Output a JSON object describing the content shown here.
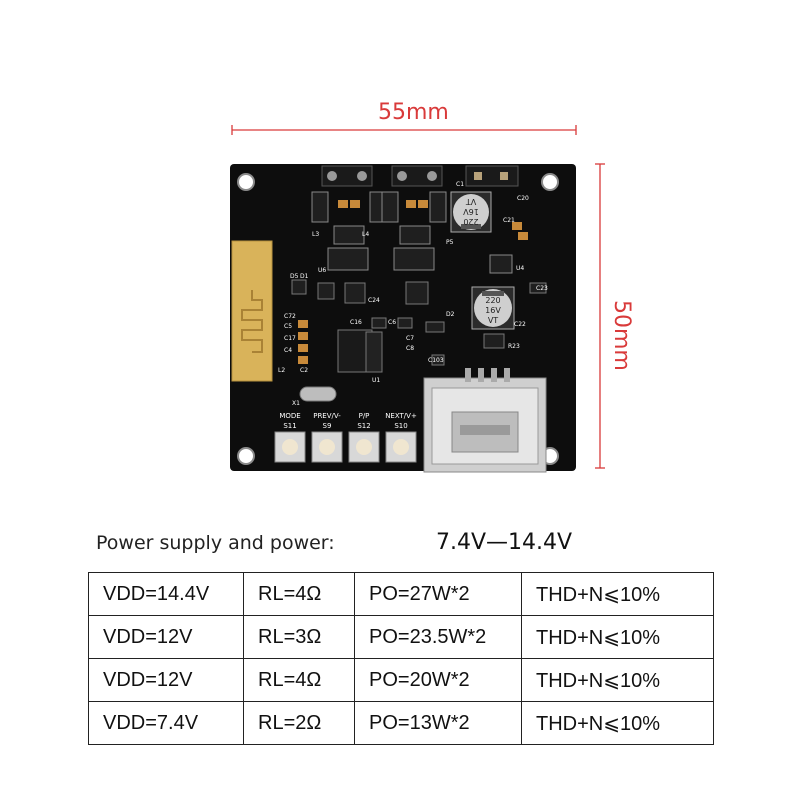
{
  "dimensions": {
    "width_label": "55mm",
    "height_label": "50mm",
    "line_color": "#d93a3a"
  },
  "board": {
    "pcb_color": "#0d0d0d",
    "silk": {
      "buttons": [
        {
          "label": "MODE",
          "ref": "S11"
        },
        {
          "label": "PREV/V-",
          "ref": "S9"
        },
        {
          "label": "P/P",
          "ref": "S12"
        },
        {
          "label": "NEXT/V+",
          "ref": "S10"
        }
      ],
      "cap_big_1": {
        "value": "220",
        "voltage": "16V",
        "mark": "VT"
      },
      "cap_big_2": {
        "value": "220",
        "voltage": "16V",
        "mark": "VT"
      },
      "refs": [
        "C1",
        "C20",
        "C21",
        "C23",
        "C22",
        "P5",
        "U4",
        "R23",
        "D2",
        "C103",
        "U1",
        "U6",
        "X1",
        "L2",
        "C2",
        "C72",
        "C5",
        "C17",
        "C4",
        "D5",
        "D1",
        "L3",
        "L4",
        "C16",
        "C24",
        "C6",
        "C7",
        "C8"
      ]
    }
  },
  "spec": {
    "title": "Power supply and power:",
    "range": "7.4V—14.4V",
    "rows": [
      [
        "VDD=14.4V",
        "RL=4Ω",
        "PO=27W*2",
        "THD+N⩽10%"
      ],
      [
        "VDD=12V",
        "RL=3Ω",
        "PO=23.5W*2",
        "THD+N⩽10%"
      ],
      [
        "VDD=12V",
        "RL=4Ω",
        "PO=20W*2",
        "THD+N⩽10%"
      ],
      [
        "VDD=7.4V",
        "RL=2Ω",
        "PO=13W*2",
        "THD+N⩽10%"
      ]
    ]
  }
}
